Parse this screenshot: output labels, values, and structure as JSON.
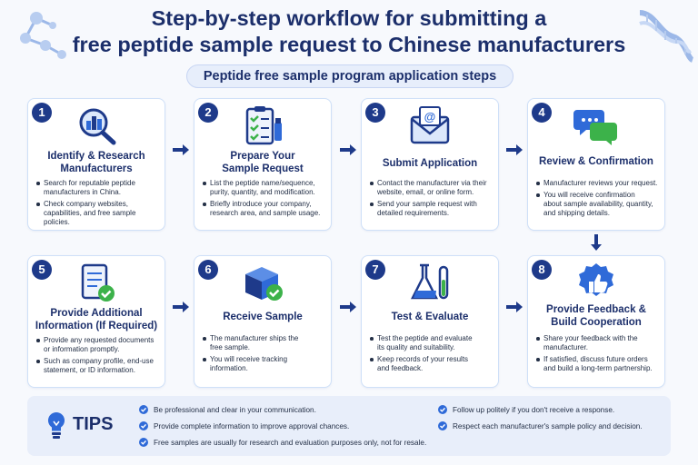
{
  "title": {
    "line1": "Step-by-step workflow for submitting a",
    "line2": "free peptide sample request to Chinese manufacturers"
  },
  "subtitle": "Peptide free sample program application steps",
  "steps": [
    {
      "num": "1",
      "title1": "Identify & Research",
      "title2": "Manufacturers",
      "icon": "magnifier-buildings-icon",
      "bullets": [
        [
          "Search for reputable peptide",
          "manufacturers in China."
        ],
        [
          "Check company websites,",
          "capabilities, and free sample",
          "policies."
        ]
      ]
    },
    {
      "num": "2",
      "title1": "Prepare Your",
      "title2": "Sample Request",
      "icon": "checklist-clipboard-icon",
      "bullets": [
        [
          "List the peptide name/sequence,",
          "purity, quantity, and modification."
        ],
        [
          "Briefly introduce your company,",
          "research area, and sample usage."
        ]
      ]
    },
    {
      "num": "3",
      "title1": "Submit Application",
      "title2": "",
      "icon": "email-envelope-icon",
      "bullets": [
        [
          "Contact the manufacturer via their",
          "website, email, or online form."
        ],
        [
          "Send your sample request with",
          "detailed requirements."
        ]
      ]
    },
    {
      "num": "4",
      "title1": "Review & Confirmation",
      "title2": "",
      "icon": "chat-bubbles-icon",
      "bullets": [
        [
          "Manufacturer reviews your request."
        ],
        [
          "You will receive confirmation",
          "about sample availability, quantity,",
          "and shipping details."
        ]
      ]
    },
    {
      "num": "5",
      "title1": "Provide Additional",
      "title2": "Information (If Required)",
      "icon": "document-check-icon",
      "bullets": [
        [
          "Provide any requested documents",
          "or information promptly."
        ],
        [
          "Such as company profile, end-use",
          "statement, or ID information."
        ]
      ]
    },
    {
      "num": "6",
      "title1": "Receive Sample",
      "title2": "",
      "icon": "package-check-icon",
      "bullets": [
        [
          "The manufacturer ships the",
          "free sample."
        ],
        [
          "You will receive tracking",
          "information."
        ]
      ]
    },
    {
      "num": "7",
      "title1": "Test & Evaluate",
      "title2": "",
      "icon": "lab-flask-icon",
      "bullets": [
        [
          "Test the peptide and evaluate",
          "its quality and suitability."
        ],
        [
          "Keep records of your results",
          "and feedback."
        ]
      ]
    },
    {
      "num": "8",
      "title1": "Provide Feedback &",
      "title2": "Build Cooperation",
      "icon": "thumbs-up-badge-icon",
      "bullets": [
        [
          "Share your feedback with the",
          "manufacturer."
        ],
        [
          "If satisfied, discuss future orders",
          "and build a long-term partnership."
        ]
      ]
    }
  ],
  "tips": {
    "label": "TIPS",
    "items": [
      "Be professional and clear in your communication.",
      "Provide complete information to improve approval chances.",
      "Free samples are usually for research and evaluation purposes only, not for resale.",
      "Follow up politely if you don't receive a response.",
      "Respect each manufacturer's sample policy and decision."
    ]
  },
  "colors": {
    "navy": "#1c2f6b",
    "blue": "#2f6ad8",
    "card_border": "#cfe0f8",
    "green": "#3cb24a"
  }
}
